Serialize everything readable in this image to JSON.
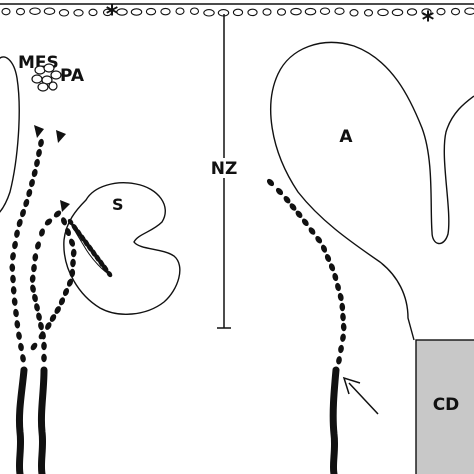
{
  "labels": {
    "mes": "MES",
    "pa": "PA",
    "s": "S",
    "nz": "NZ",
    "a": "A",
    "cd": "CD",
    "asterisk_left": "*",
    "asterisk_right": "*"
  },
  "colors": {
    "ink": "#111111",
    "cd_fill": "#c8c8c8",
    "background": "#ffffff"
  }
}
